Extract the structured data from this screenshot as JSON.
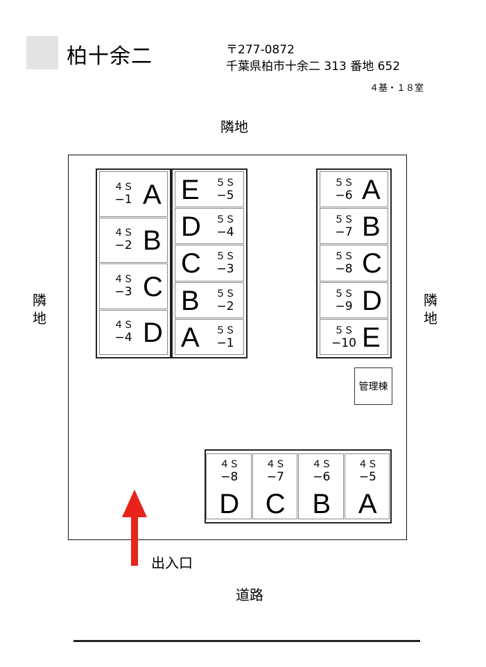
{
  "header": {
    "site_name": "柏十余二",
    "postal_code": "〒277-0872",
    "address": "千葉県柏市十余二 313 番地 652",
    "summary": "４基・１８室"
  },
  "labels": {
    "neighbor_top": "隣地",
    "neighbor_left": "隣\n地",
    "neighbor_right": "隣\n地",
    "road": "道路",
    "entrance": "出入口",
    "management": "管理棟"
  },
  "colors": {
    "arrow": "#e8231c",
    "frame": "#222222",
    "placeholder": "#e3e3e3"
  },
  "containers": [
    {
      "name": "container-4s-left",
      "units": [
        {
          "type": "４Ｓ",
          "no": "−1",
          "letter": "A"
        },
        {
          "type": "４Ｓ",
          "no": "−2",
          "letter": "B"
        },
        {
          "type": "４Ｓ",
          "no": "−3",
          "letter": "C"
        },
        {
          "type": "４Ｓ",
          "no": "−4",
          "letter": "D"
        }
      ]
    },
    {
      "name": "container-5s-middle",
      "units": [
        {
          "type": "５Ｓ",
          "no": "−5",
          "letter": "E"
        },
        {
          "type": "５Ｓ",
          "no": "−4",
          "letter": "D"
        },
        {
          "type": "５Ｓ",
          "no": "−3",
          "letter": "C"
        },
        {
          "type": "５Ｓ",
          "no": "−2",
          "letter": "B"
        },
        {
          "type": "５Ｓ",
          "no": "−1",
          "letter": "A"
        }
      ]
    },
    {
      "name": "container-5s-right",
      "units": [
        {
          "type": "５Ｓ",
          "no": "−6",
          "letter": "A"
        },
        {
          "type": "５Ｓ",
          "no": "−7",
          "letter": "B"
        },
        {
          "type": "５Ｓ",
          "no": "−8",
          "letter": "C"
        },
        {
          "type": "５Ｓ",
          "no": "−9",
          "letter": "D"
        },
        {
          "type": "５Ｓ",
          "no": "−10",
          "letter": "E"
        }
      ]
    },
    {
      "name": "container-4s-bottom",
      "units": [
        {
          "type": "４Ｓ",
          "no": "−8",
          "letter": "D"
        },
        {
          "type": "４Ｓ",
          "no": "−7",
          "letter": "C"
        },
        {
          "type": "４Ｓ",
          "no": "−6",
          "letter": "B"
        },
        {
          "type": "４Ｓ",
          "no": "−5",
          "letter": "A"
        }
      ]
    }
  ]
}
